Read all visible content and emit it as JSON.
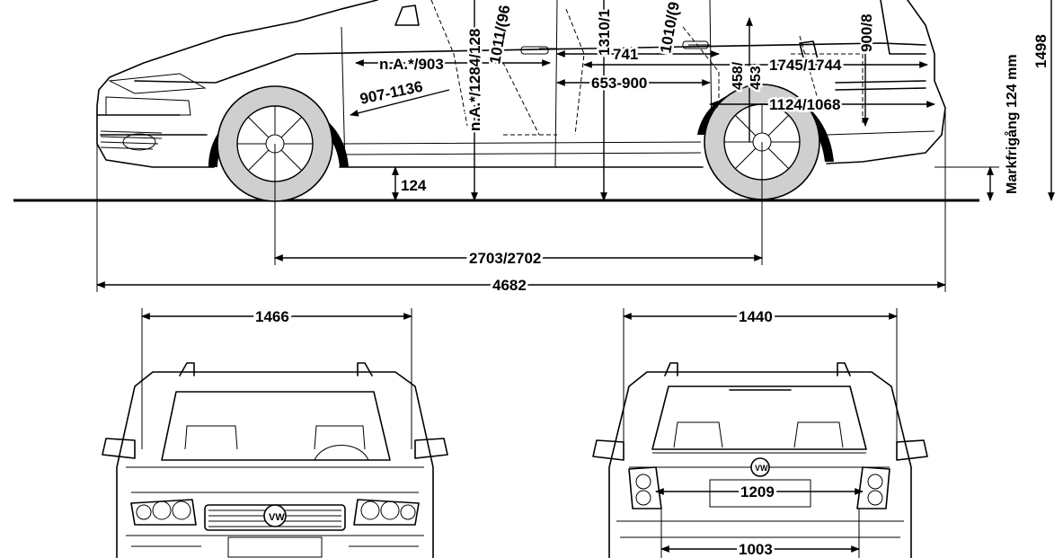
{
  "dimensions": {
    "overall_length": "4682",
    "wheelbase": "2703/2702",
    "ground_clearance": "124",
    "height": "1498",
    "ground_clearance_note": "Markfrigång 124 mm",
    "front_overhang_seat": "907-1136",
    "front_legroom": "n.A.*/903",
    "headroom_front": "n.A.*/1284/128",
    "seat_height_front": "1011/(96",
    "rear_shoulder": "1310/1",
    "rear_legroom": "741",
    "rear_seat_depth": "1010/(9",
    "cargo_range": "653-900",
    "cargo_length": "1745/1744",
    "load_sill": "458/\n453",
    "cargo_floor": "1124/1068",
    "cargo_height": "900/8",
    "front_track_width": "1466",
    "rear_track_width": "1440",
    "tailgate_width": "1209",
    "load_floor_width": "1003"
  }
}
